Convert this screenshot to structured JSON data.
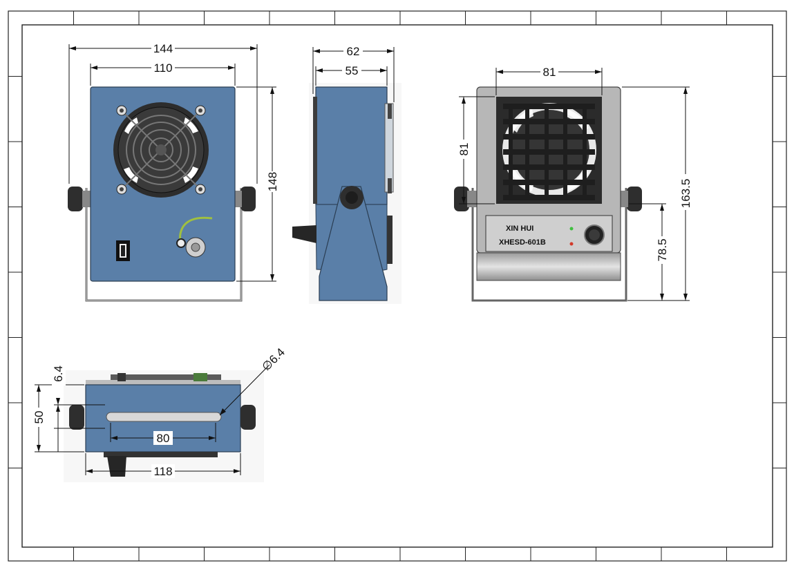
{
  "drawing": {
    "front_view": {
      "width_overall": "144",
      "width_inner": "110",
      "height": "148"
    },
    "side_view": {
      "depth_overall": "62",
      "depth_body": "55"
    },
    "rear_view": {
      "grille_width": "81",
      "grille_height": "81",
      "height_overall": "163.5",
      "height_base": "78.5"
    },
    "bottom_view": {
      "hole_diameter": "∅6.4",
      "offset": "6.4",
      "height": "50",
      "slot_length": "80",
      "width": "118"
    },
    "label_panel": {
      "brand": "XIN HUI",
      "model": "XHESD-601B"
    }
  },
  "colors": {
    "body_blue": "#5a7fa8",
    "body_gray": "#b7b7b7",
    "grille_dark": "#2b2b2b",
    "led_green": "#3fbf3f",
    "led_red": "#d23a2a"
  }
}
